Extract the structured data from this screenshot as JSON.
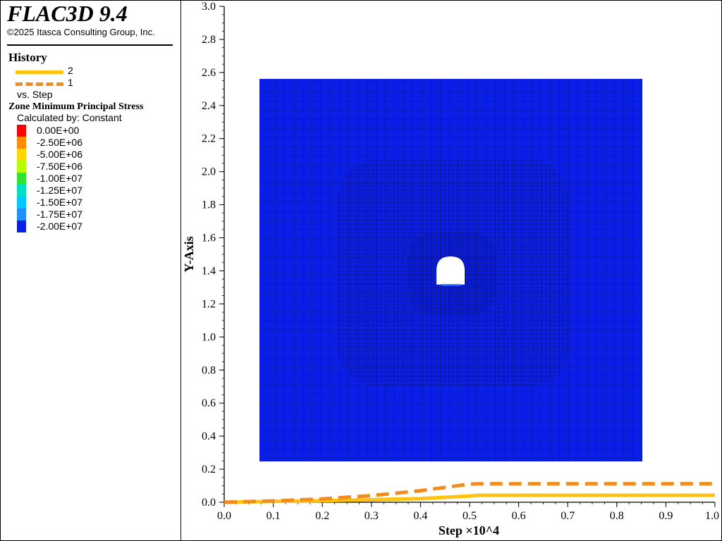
{
  "app": {
    "title": "FLAC3D 9.4",
    "copyright": "©2025 Itasca Consulting Group, Inc."
  },
  "legend_panel": {
    "history_heading": "History",
    "histories": [
      {
        "label": "2",
        "color": "#ffc20e",
        "style": "solid"
      },
      {
        "label": "1",
        "color": "#f28c1c",
        "style": "dashed"
      }
    ],
    "vs_label": "vs. Step",
    "contour_heading": "Zone Minimum Principal Stress",
    "calculated_by": "Calculated by: Constant",
    "contour_levels": [
      {
        "value": "0.00E+00",
        "color": "#ff0000"
      },
      {
        "value": "-2.50E+06",
        "color": "#ff8c00"
      },
      {
        "value": "-5.00E+06",
        "color": "#ffd700"
      },
      {
        "value": "-7.50E+06",
        "color": "#b5ff00"
      },
      {
        "value": "-1.00E+07",
        "color": "#2ee62e"
      },
      {
        "value": "-1.25E+07",
        "color": "#00e0c0"
      },
      {
        "value": "-1.50E+07",
        "color": "#00c8ff"
      },
      {
        "value": "-1.75E+07",
        "color": "#1e90ff"
      },
      {
        "value": "-2.00E+07",
        "color": "#0a1ee6"
      }
    ]
  },
  "model_view": {
    "mesh_color": "#0a1ee6",
    "opening_color": "#ffffff"
  },
  "chart_data": {
    "type": "line",
    "xlabel": "Step ×10^4",
    "ylabel": "Y-Axis",
    "xlim": [
      0.0,
      1.0
    ],
    "ylim": [
      0.0,
      3.0
    ],
    "x_ticks": [
      "0.0",
      "0.1",
      "0.2",
      "0.3",
      "0.4",
      "0.5",
      "0.6",
      "0.7",
      "0.8",
      "0.9",
      "1.0"
    ],
    "y_ticks": [
      "0.0",
      "0.2",
      "0.4",
      "0.6",
      "0.8",
      "1.0",
      "1.2",
      "1.4",
      "1.6",
      "1.8",
      "2.0",
      "2.2",
      "2.4",
      "2.6",
      "2.8",
      "3.0"
    ],
    "series": [
      {
        "name": "2",
        "color": "#ffc20e",
        "style": "solid",
        "x": [
          0.0,
          0.1,
          0.2,
          0.3,
          0.4,
          0.45,
          0.5,
          0.52,
          0.6,
          0.7,
          0.8,
          0.9,
          1.0
        ],
        "y": [
          0.0,
          0.005,
          0.01,
          0.015,
          0.022,
          0.03,
          0.038,
          0.042,
          0.042,
          0.042,
          0.042,
          0.042,
          0.042
        ]
      },
      {
        "name": "1",
        "color": "#f28c1c",
        "style": "dashed",
        "x": [
          0.0,
          0.1,
          0.2,
          0.3,
          0.4,
          0.45,
          0.5,
          0.52,
          0.6,
          0.7,
          0.8,
          0.9,
          1.0
        ],
        "y": [
          0.0,
          0.008,
          0.02,
          0.04,
          0.07,
          0.09,
          0.11,
          0.112,
          0.112,
          0.112,
          0.112,
          0.112,
          0.112
        ]
      }
    ]
  }
}
